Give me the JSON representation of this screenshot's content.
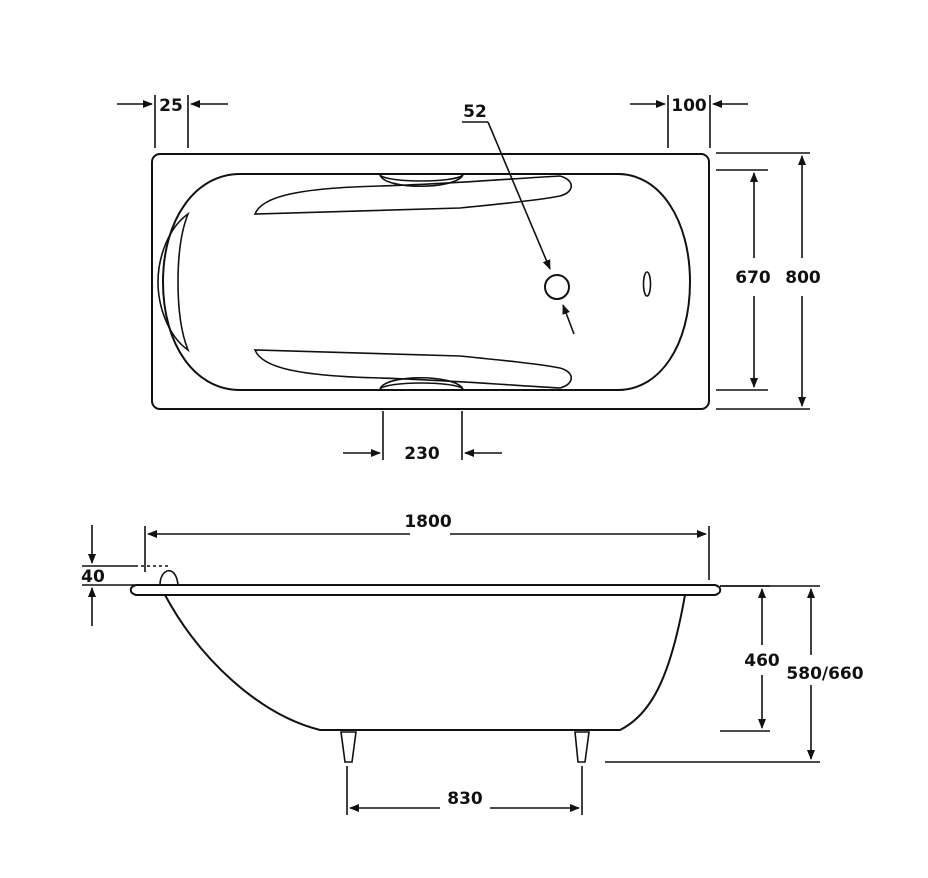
{
  "dimensions": {
    "rim_left": "25",
    "rim_right": "100",
    "drain_diameter": "52",
    "inner_width": "670",
    "outer_width": "800",
    "handle_width": "230",
    "length": "1800",
    "rim_thickness": "40",
    "bowl_depth": "460",
    "total_height": "580/660",
    "leg_spacing": "830"
  }
}
